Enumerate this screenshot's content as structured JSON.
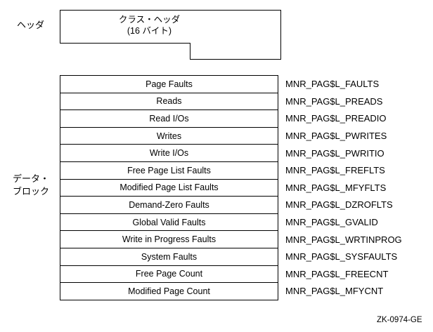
{
  "header": {
    "label": "ヘッダ",
    "box_title": "クラス・ヘッダ",
    "box_subtitle": "(16 バイト)"
  },
  "data_block": {
    "label_line1": "データ・",
    "label_line2": "ブロック",
    "rows": [
      {
        "field": "Page Faults",
        "symbol": "MNR_PAG$L_FAULTS"
      },
      {
        "field": "Reads",
        "symbol": "MNR_PAG$L_PREADS"
      },
      {
        "field": "Read I/Os",
        "symbol": "MNR_PAG$L_PREADIO"
      },
      {
        "field": "Writes",
        "symbol": "MNR_PAG$L_PWRITES"
      },
      {
        "field": "Write I/Os",
        "symbol": "MNR_PAG$L_PWRITIO"
      },
      {
        "field": "Free Page List Faults",
        "symbol": "MNR_PAG$L_FREFLTS"
      },
      {
        "field": "Modified Page List Faults",
        "symbol": "MNR_PAG$L_MFYFLTS"
      },
      {
        "field": "Demand-Zero Faults",
        "symbol": "MNR_PAG$L_DZROFLTS"
      },
      {
        "field": "Global Valid Faults",
        "symbol": "MNR_PAG$L_GVALID"
      },
      {
        "field": "Write in Progress Faults",
        "symbol": "MNR_PAG$L_WRTINPROG"
      },
      {
        "field": "System Faults",
        "symbol": "MNR_PAG$L_SYSFAULTS"
      },
      {
        "field": "Free Page Count",
        "symbol": "MNR_PAG$L_FREECNT"
      },
      {
        "field": "Modified Page Count",
        "symbol": "MNR_PAG$L_MFYCNT"
      }
    ]
  },
  "footer": {
    "figure_id": "ZK-0974-GE"
  }
}
